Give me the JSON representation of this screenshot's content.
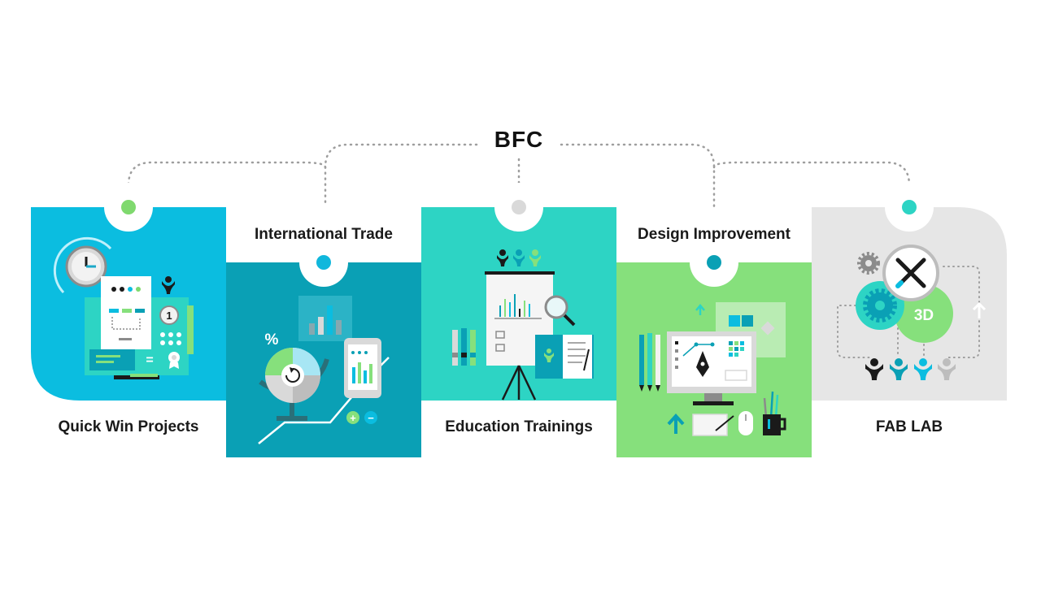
{
  "diagram": {
    "title": "BFC",
    "cards": [
      {
        "label": "Quick Win Projects",
        "color": "#0bbde0",
        "dot_color": "#7fd96e"
      },
      {
        "label": "International Trade",
        "color": "#0aa0b5",
        "dot_color": "#10b7dc"
      },
      {
        "label": "Education Trainings",
        "color": "#2dd4c4",
        "dot_color": "#d9d9d9"
      },
      {
        "label": "Design Improvement",
        "color": "#86e07c",
        "dot_color": "#0aa0b5"
      },
      {
        "label": "FAB LAB",
        "color": "#e6e6e6",
        "dot_color": "#2dd4c4"
      }
    ],
    "icons": {
      "percent_symbol": "%",
      "clock_badge": "1",
      "equals_symbol": "=",
      "plus_symbol": "+",
      "minus_symbol": "−",
      "fab_3d_label": "3D"
    }
  }
}
